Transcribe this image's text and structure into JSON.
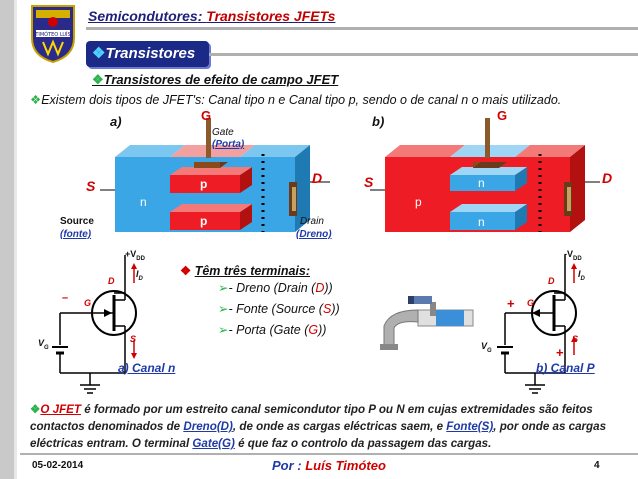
{
  "header": {
    "title_main": "Semicondutores",
    "title_sep": ": ",
    "title_sub": "Transistores JFETs"
  },
  "logo": {
    "caption": "TIMÓTEO LUÍS"
  },
  "section_tab": {
    "label": "Transistores"
  },
  "subtitle": "Transistores de efeito de campo  JFET",
  "intro": "Existem dois tipos de JFET's: Canal tipo n e Canal tipo p, sendo o de canal n o mais utilizado.",
  "diagram_a": {
    "label": "a)",
    "gate": "G",
    "gate_word": "Gate",
    "gate_pt": "(Porta)",
    "source": "S",
    "drain": "D",
    "channel": "n",
    "gate_region": "p",
    "source_word": "Source",
    "source_pt": "(fonte)",
    "drain_word": "Drain",
    "drain_pt": "(Dreno)"
  },
  "diagram_b": {
    "label": "b)",
    "gate": "G",
    "source": "S",
    "drain": "D",
    "channel": "p",
    "gate_region": "n"
  },
  "symbol_n": {
    "vdd": "+V",
    "vdd_sub": "DD",
    "d": "D",
    "id": "I",
    "id_sub": "D",
    "g": "G",
    "s": "S",
    "vg": "V",
    "vg_sub": "G",
    "minus": "–",
    "caption": "a) Canal n"
  },
  "symbol_p": {
    "vdd": "-V",
    "vdd_sub": "DD",
    "d": "D",
    "id": "I",
    "id_sub": "D",
    "g": "G",
    "s": "S",
    "vg": "V",
    "vg_sub": "G",
    "plus1": "+",
    "plus2": "+",
    "caption": "b) Canal P"
  },
  "terminals": {
    "heading": "Têm três terminais:",
    "items": [
      {
        "pre": "- Dreno (Drain (",
        "key": "D",
        "post": "))"
      },
      {
        "pre": "- Fonte (Source (",
        "key": "S",
        "post": "))"
      },
      {
        "pre": "- Porta (Gate (",
        "key": "G",
        "post": "))"
      }
    ]
  },
  "paragraph": {
    "p1": "O JFET",
    "p2": " é formado por um estreito canal semicondutor tipo P ou N em cujas extremidades são feitos contactos denominados de ",
    "p3": "Dreno(D)",
    "p4": ", de onde as cargas eléctricas saem, e ",
    "p5": "Fonte(S)",
    "p6": ", por onde as cargas eléctricas entram. O terminal ",
    "p7": "Gate(G)",
    "p8": " é que faz o controlo da passagem das cargas."
  },
  "footer": {
    "date": "05-02-2014",
    "author_pre": "Por",
    "author_sep": " : ",
    "author_name": "Luís Timóteo",
    "page": "4"
  },
  "colors": {
    "n_region": "#3aa6e6",
    "p_region": "#ee1c24",
    "tab_bg": "#1a2a86",
    "accent_red": "#d00000",
    "accent_blue": "#1f3aa8"
  }
}
